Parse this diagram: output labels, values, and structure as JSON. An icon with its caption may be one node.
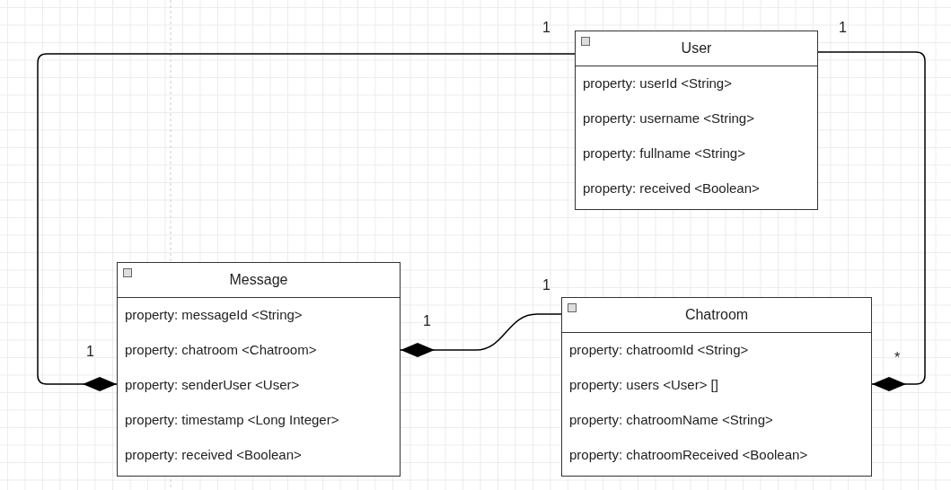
{
  "diagram": {
    "nodes": [
      {
        "text": [
          "User",
          "property: userId <String>",
          "property: username <String>",
          "property: fullname <String>",
          "property: received <Boolean>"
        ]
      },
      {
        "text": [
          "Message",
          "property: messageId <String>",
          "property: chatroom <Chatroom>",
          "property: senderUser <User>",
          "property: timestamp <Long Integer>",
          "property: received <Boolean>"
        ]
      },
      {
        "text": [
          "Chatroom",
          "property: chatroomId <String>",
          "property: users <User> []",
          "property: chatroomName <String>",
          "property: chatroomReceived <Boolean>"
        ]
      }
    ],
    "edges": [
      {
        "from": 0,
        "to": 1,
        "arrow": "other"
      },
      {
        "from": 2,
        "to": 1,
        "arrow": "other"
      },
      {
        "from": 0,
        "to": 2,
        "arrow": "other"
      }
    ],
    "labels": [
      "1",
      "1",
      "1",
      "1",
      "1",
      "*"
    ]
  }
}
